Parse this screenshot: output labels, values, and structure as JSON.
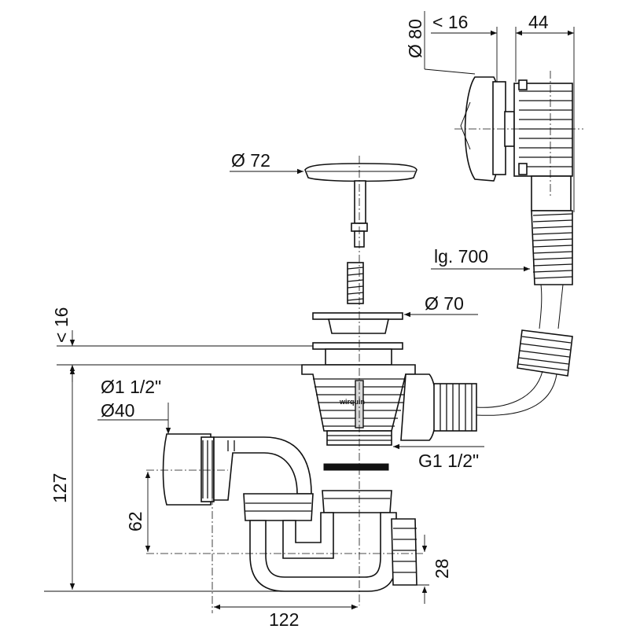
{
  "dimensions": {
    "overflow_diameter": "Ø 80",
    "overflow_depth": "< 16",
    "overflow_width": "44",
    "plug_diameter": "Ø 72",
    "hose_length": "lg. 700",
    "flange_diameter": "Ø 70",
    "flange_thickness": "< 16",
    "outlet_size_inch": "Ø1 1/2\"",
    "outlet_size_mm": "Ø40",
    "total_height": "127",
    "drain_thread": "G1 1/2\"",
    "outlet_height": "62",
    "nut_height": "28",
    "horizontal_offset": "122"
  },
  "brand_mark": "wirquin"
}
